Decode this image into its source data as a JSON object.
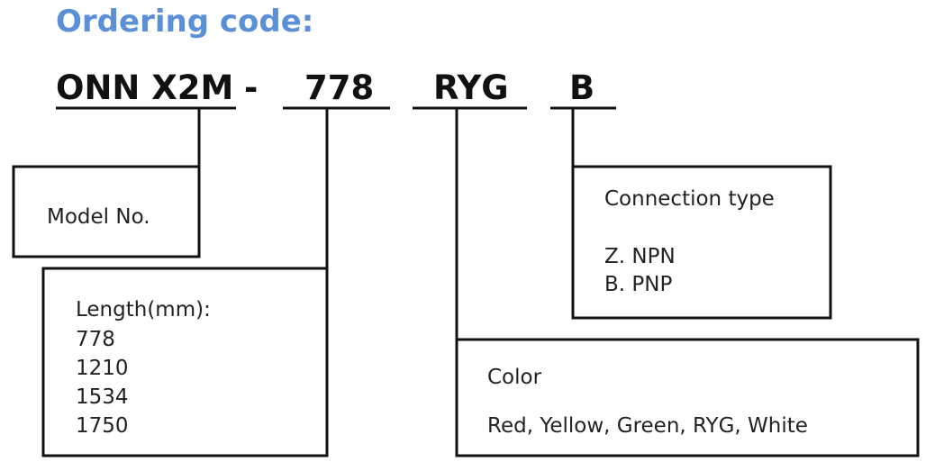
{
  "title": "Ordering code:",
  "code": {
    "model": "ONN X2M",
    "separator": "-",
    "length": "778",
    "color": "RYG",
    "connection": "B"
  },
  "boxes": {
    "model": {
      "label": "Model No."
    },
    "length": {
      "label": "Length(mm):",
      "options": [
        "778",
        "1210",
        "1534",
        "1750"
      ]
    },
    "connection": {
      "label": "Connection type",
      "options": [
        "Z. NPN",
        "B. PNP"
      ]
    },
    "color": {
      "label": "Color",
      "options": "Red, Yellow, Green, RYG, White"
    }
  },
  "colors": {
    "title": "#5B8FD6",
    "ink": "#111111"
  }
}
